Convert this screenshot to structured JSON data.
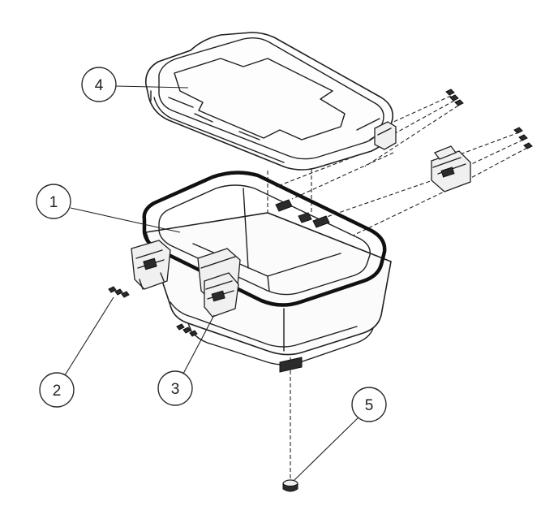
{
  "diagram": {
    "callouts": [
      {
        "id": "c1",
        "number": "1",
        "target": "box-body"
      },
      {
        "id": "c2",
        "number": "2",
        "target": "screws-left"
      },
      {
        "id": "c3",
        "number": "3",
        "target": "latch-front"
      },
      {
        "id": "c4",
        "number": "4",
        "target": "lid"
      },
      {
        "id": "c5",
        "number": "5",
        "target": "foot"
      }
    ]
  }
}
